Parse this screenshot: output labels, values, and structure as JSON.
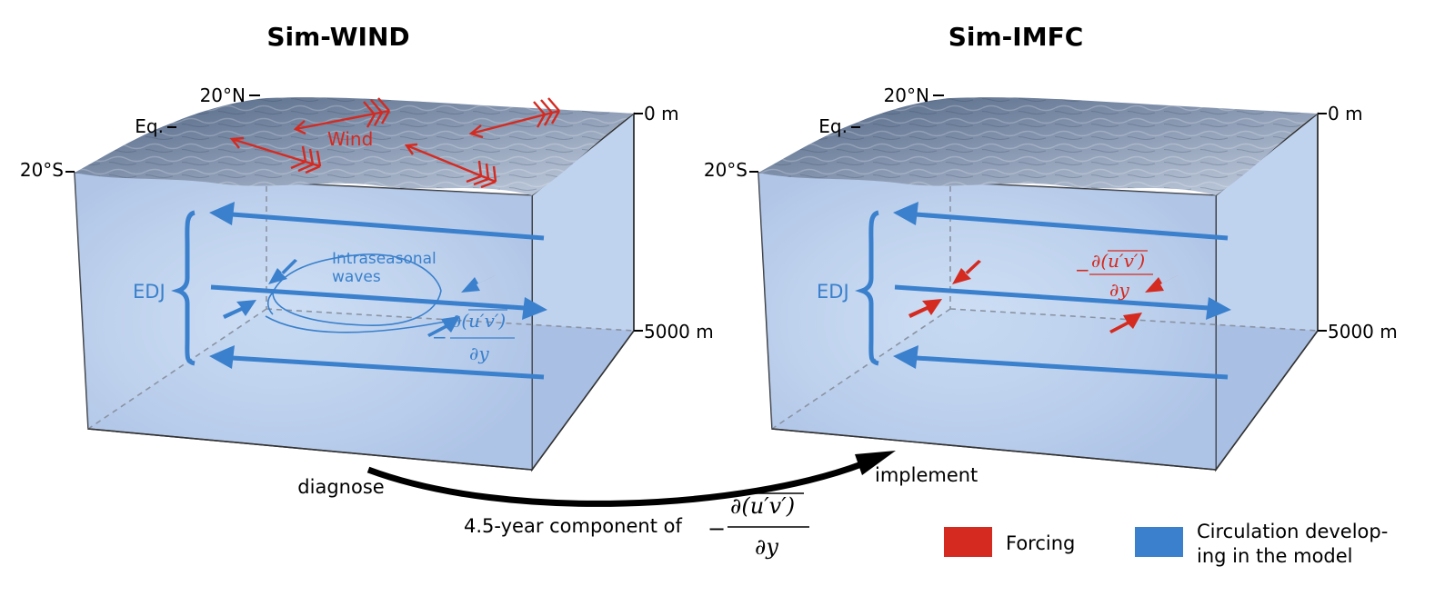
{
  "colors": {
    "forcing": "#d42a20",
    "circulation": "#3a80cc",
    "box_face": "#c8daf2",
    "box_side": "#b4c9ea",
    "box_bottom": "#a7bde3",
    "ocean_surface": "#6a7e99"
  },
  "panels": [
    {
      "title": "Sim-WIND",
      "lat_labels": {
        "north": "20°N",
        "eq": "Eq.",
        "south": "20°S"
      },
      "depth_labels": {
        "top": "0 m",
        "bottom": "5000 m"
      },
      "edj_label": "EDJ",
      "wind_label": "Wind",
      "waves_label": [
        "Intraseasonal",
        "waves"
      ],
      "formula": {
        "sign": "−",
        "numerator": "∂(u′v′)",
        "denominator": "∂y"
      }
    },
    {
      "title": "Sim-IMFC",
      "lat_labels": {
        "north": "20°N",
        "eq": "Eq.",
        "south": "20°S"
      },
      "depth_labels": {
        "top": "0 m",
        "bottom": "5000 m"
      },
      "edj_label": "EDJ",
      "formula": {
        "sign": "−",
        "numerator": "∂(u′v′)",
        "denominator": "∂y"
      }
    }
  ],
  "flow": {
    "left_label": "diagnose",
    "right_label": "implement",
    "component_label": "4.5-year component of",
    "formula": {
      "sign": "−",
      "numerator": "∂(u′v′)",
      "denominator": "∂y"
    }
  },
  "legend": [
    {
      "key": "forcing",
      "label": "Forcing",
      "color": "#d42a20"
    },
    {
      "key": "circulation",
      "label_lines": [
        "Circulation develop-",
        "ing in the model"
      ],
      "color": "#3a80cc"
    }
  ]
}
